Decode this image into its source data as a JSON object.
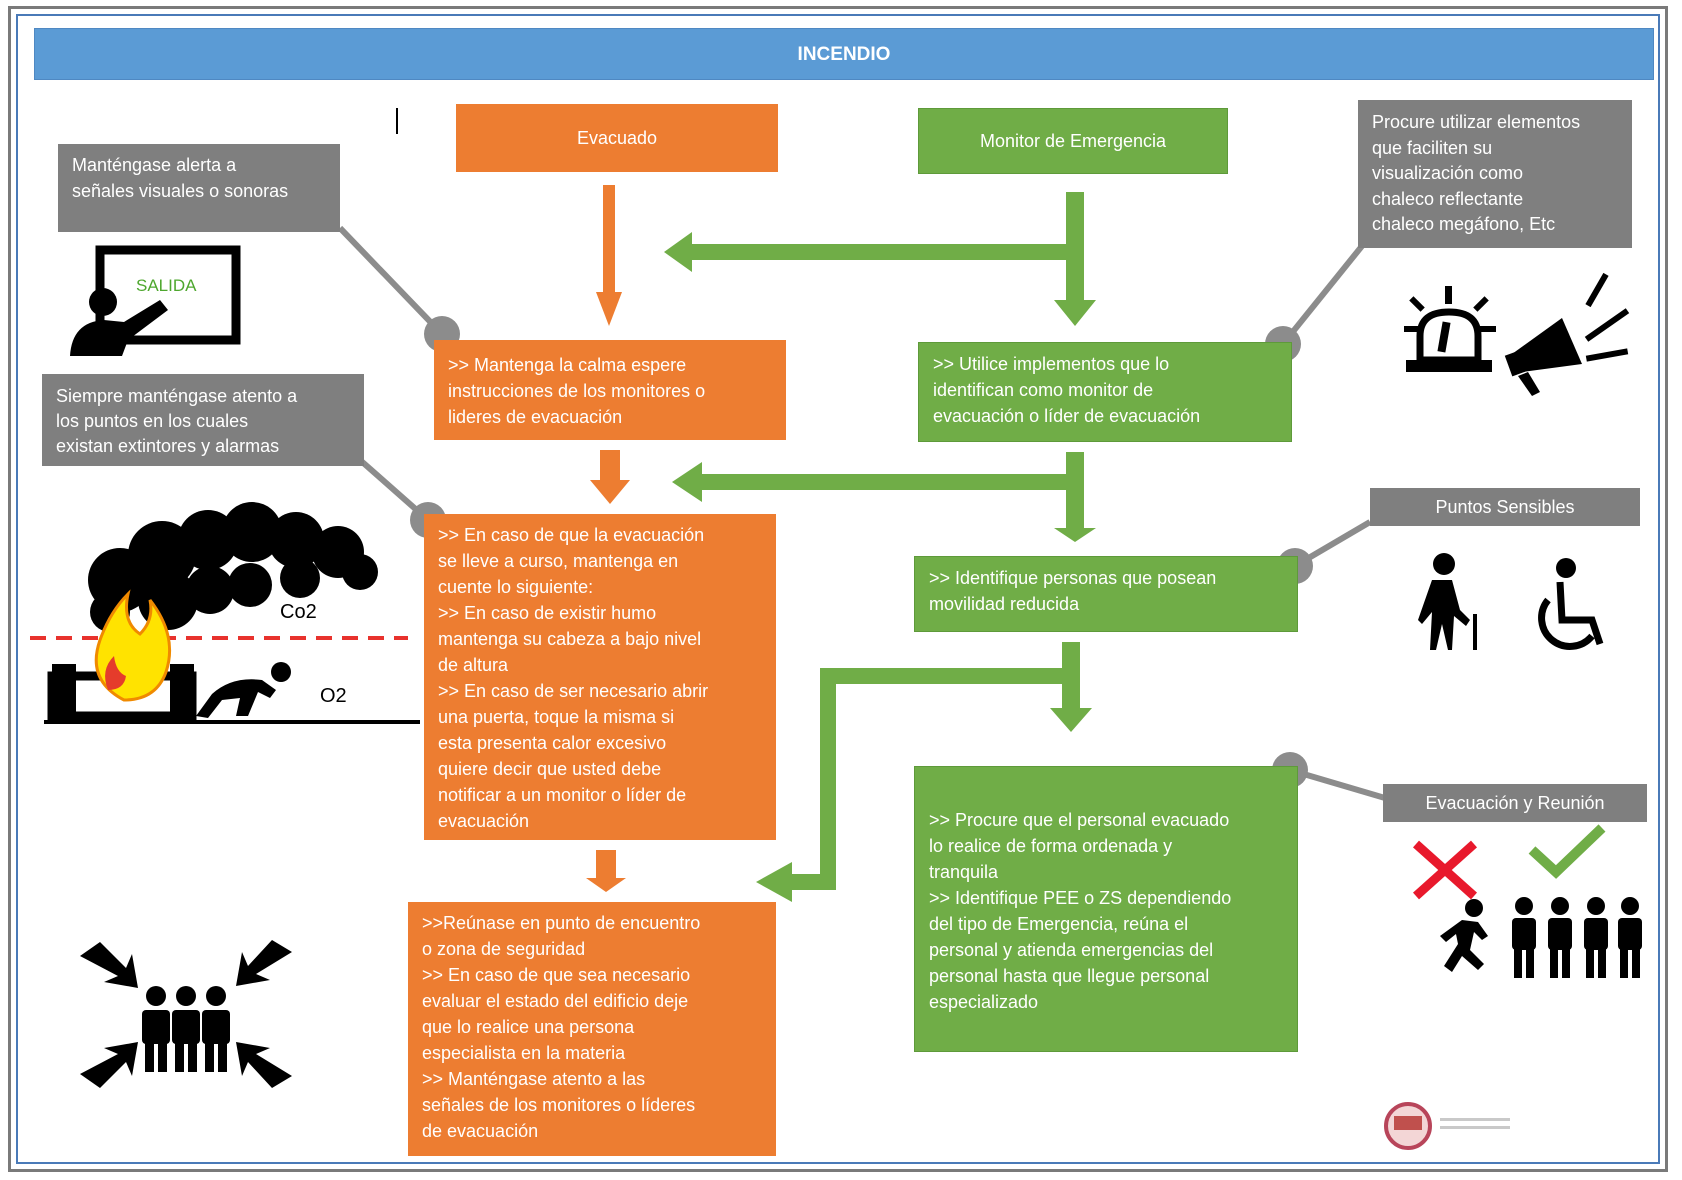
{
  "header": {
    "title": "INCENDIO"
  },
  "evacuado": {
    "title": "Evacuado"
  },
  "monitor": {
    "title": "Monitor de Emergencia"
  },
  "tips": {
    "alert": [
      "Manténgase alerta a",
      "señales visuales o sonoras"
    ],
    "extintores": [
      "Siempre manténgase atento a",
      "los puntos en los cuales",
      "existan extintores y alarmas"
    ],
    "elementos": [
      "Procure utilizar elementos",
      "que faciliten su",
      "visualización como",
      "chaleco reflectante",
      "chaleco megáfono, Etc"
    ],
    "sensibles": "Puntos Sensibles",
    "reunion": "Evacuación y Reunión"
  },
  "evac_steps": {
    "calma": [
      ">> Mantenga la calma espere",
      "instrucciones de los monitores o",
      "lideres de evacuación"
    ],
    "curso": [
      ">> En caso de que la evacuación",
      "se lleve a curso, mantenga en",
      "cuente lo siguiente:",
      ">> En caso de existir humo",
      "mantenga su cabeza a bajo nivel",
      "de altura",
      ">> En caso de ser necesario abrir",
      "una puerta, toque la misma si",
      "esta presenta calor excesivo",
      "quiere decir que usted debe",
      "notificar a un monitor o líder de",
      "evacuación"
    ],
    "reunase": [
      ">>Reúnase en punto de encuentro",
      "o zona de seguridad",
      ">> En caso de que sea necesario",
      "evaluar el estado del edificio deje",
      "que lo realice una persona",
      "especialista en la materia",
      ">> Manténgase atento a las",
      "señales de los monitores o líderes",
      "de evacuación"
    ]
  },
  "monitor_steps": {
    "implementos": [
      ">> Utilice implementos que lo",
      "identifican como monitor de",
      "evacuación o líder de evacuación"
    ],
    "movilidad": [
      ">> Identifique personas que posean",
      "movilidad reducida"
    ],
    "procure": [
      ">> Procure que el personal evacuado",
      "lo realice de forma ordenada y",
      "tranquila",
      ">> Identifique PEE o ZS dependiendo",
      "del tipo de Emergencia, reúna el",
      "personal y atienda emergencias del",
      "personal hasta que llegue personal",
      "especializado"
    ]
  },
  "illustrations": {
    "salida_sign": "SALIDA",
    "co2": "Co2",
    "o2": "O2"
  },
  "icons": [
    "salida-sign-icon",
    "fire-smoke-icon",
    "siren-icon",
    "megaphone-icon",
    "elderly-person-icon",
    "wheelchair-icon",
    "cross-mark-icon",
    "check-mark-icon",
    "running-person-icon",
    "group-people-icon",
    "gather-arrows-icon",
    "logo-seal"
  ],
  "colors": {
    "orange": "#ed7d31",
    "green": "#70ad47",
    "gray": "#7f7f7f",
    "blue": "#5b9bd5"
  }
}
